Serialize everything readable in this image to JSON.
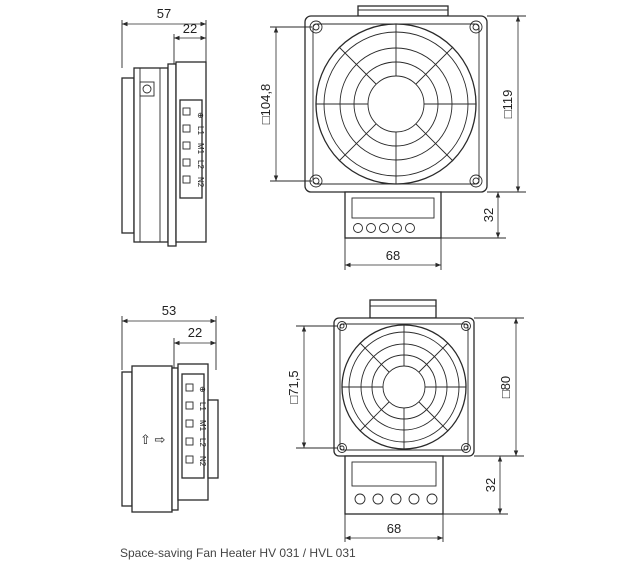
{
  "caption": "Space-saving Fan Heater HV 031 / HVL 031",
  "top_drawing": {
    "depth_total": "57",
    "depth_head": "22",
    "height_inner": "□104,8",
    "height_outer": "□119",
    "bottom_height": "32",
    "width": "68",
    "terminals": [
      "⊕",
      "L1",
      "M1",
      "L2",
      "N2"
    ]
  },
  "bottom_drawing": {
    "depth_total": "53",
    "depth_head": "22",
    "height_inner": "□71,5",
    "height_outer": "□80",
    "bottom_height": "32",
    "width": "68",
    "terminals": [
      "⊕",
      "L1",
      "M1",
      "L2",
      "N2"
    ],
    "airflow_arrows": "⇧ ⇨"
  }
}
